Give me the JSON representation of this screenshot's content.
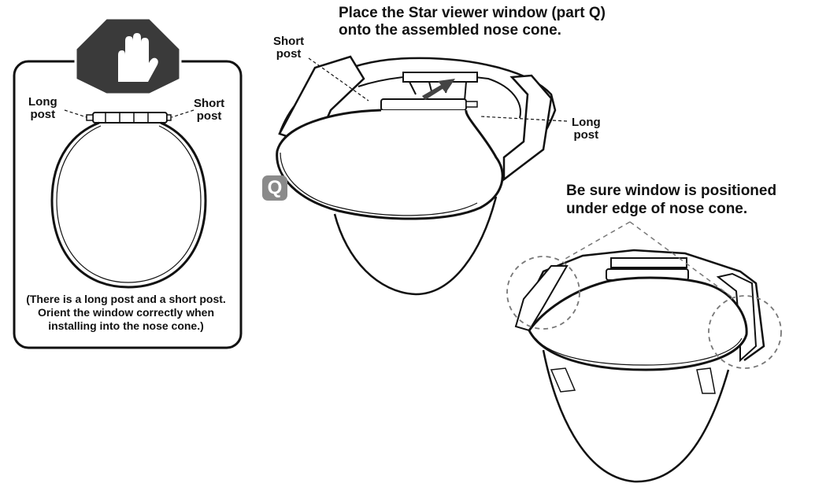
{
  "instruction": {
    "line1": "Place the Star viewer window (part Q)",
    "line2": "onto the assembled nose cone."
  },
  "callout_box": {
    "stop_icon": "stop-hand-icon",
    "long_post_line1": "Long",
    "long_post_line2": "post",
    "short_post_line1": "Short",
    "short_post_line2": "post",
    "note_line1": "(There is a long post and a short post.",
    "note_line2": "Orient the window correctly when",
    "note_line3": "installing into the nose cone.)"
  },
  "main_diagram": {
    "part_badge": "Q",
    "short_post_line1": "Short",
    "short_post_line2": "post",
    "long_post_line1": "Long",
    "long_post_line2": "post"
  },
  "position_note": {
    "line1": "Be sure window is positioned",
    "line2": "under edge of nose cone."
  },
  "colors": {
    "line": "#111111",
    "badge": "#8a8a8a",
    "dashed": "#777777"
  }
}
